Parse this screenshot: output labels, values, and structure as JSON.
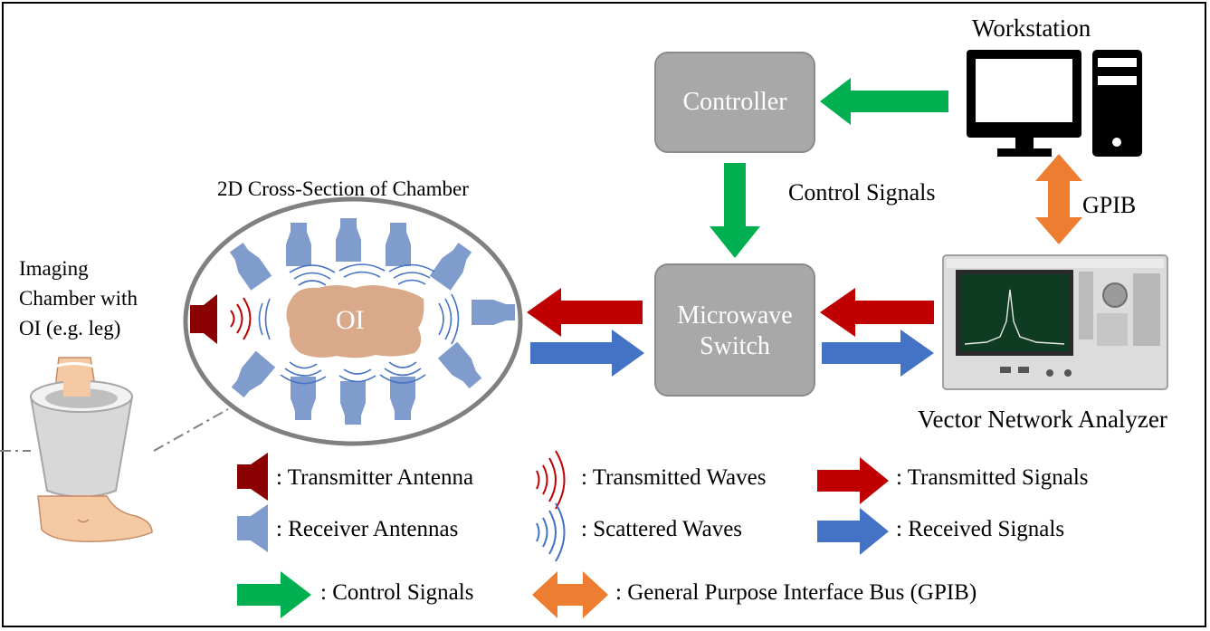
{
  "workstation": {
    "label": "Workstation"
  },
  "controller": {
    "label": "Controller"
  },
  "microwave_switch": {
    "line1": "Microwave",
    "line2": "Switch"
  },
  "vna": {
    "label": "Vector Network Analyzer"
  },
  "chamber": {
    "title": "2D Cross-Section  of Chamber",
    "object_label": "OI"
  },
  "imaging": {
    "line1": "Imaging",
    "line2": "Chamber with",
    "line3": "OI (e.g. leg)"
  },
  "connections": {
    "control_signals": "Control Signals",
    "gpib": "GPIB"
  },
  "legend": {
    "transmitter_antenna": ": Transmitter Antenna",
    "transmitted_waves": ": Transmitted Waves",
    "transmitted_signals": ": Transmitted Signals",
    "receiver_antennas": ": Receiver Antennas",
    "scattered_waves": ": Scattered Waves",
    "received_signals": ": Received Signals",
    "control_signals": ": Control Signals",
    "gpib": ": General Purpose Interface Bus (GPIB)"
  },
  "colors": {
    "transmit_red": "#c00000",
    "receive_blue": "#4472c4",
    "control_green": "#00b050",
    "gpib_orange": "#ed7d31",
    "antenna_blue": "#7f9ccd",
    "box_gray": "#a8a8a8",
    "oi_tan": "#d9a98a"
  }
}
